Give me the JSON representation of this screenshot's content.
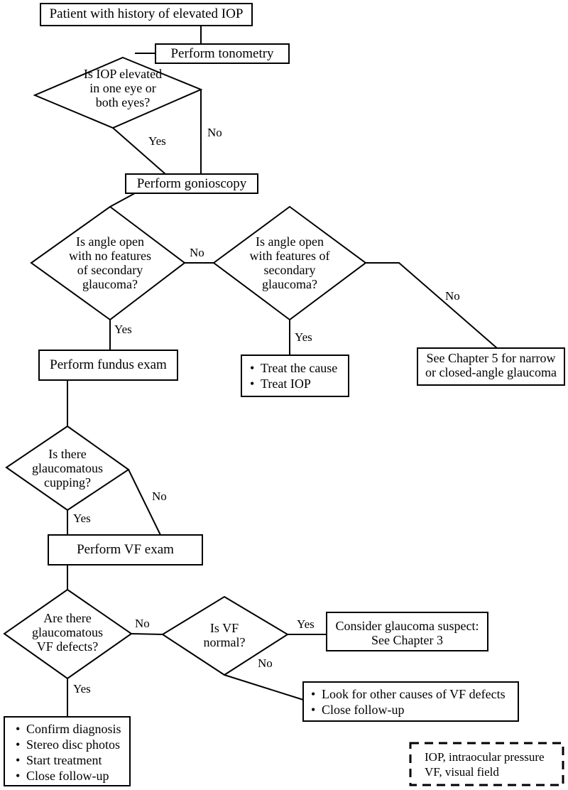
{
  "diagram": {
    "title": "Glaucoma evaluation flowchart for patient with history of elevated IOP",
    "colors": {
      "stroke": "#000000",
      "background": "#ffffff",
      "text": "#000000"
    },
    "nodes": {
      "start": {
        "label": "Patient with history of elevated IOP",
        "shape": "box"
      },
      "tonometry": {
        "label": "Perform tonometry",
        "shape": "box"
      },
      "iop_elevated": {
        "label": "Is IOP elevated\nin one eye or\nboth eyes?",
        "shape": "diamond"
      },
      "gonioscopy": {
        "label": "Perform gonioscopy",
        "shape": "box"
      },
      "angle_open_no_features": {
        "label": "Is angle open\nwith no features\nof secondary\nglaucoma?",
        "shape": "diamond"
      },
      "angle_open_with_features": {
        "label": "Is angle open\nwith features of\nsecondary\nglaucoma?",
        "shape": "diamond"
      },
      "treat": {
        "shape": "box",
        "items": [
          "Treat the cause",
          "Treat IOP"
        ]
      },
      "see_chapter_5": {
        "label": "See Chapter 5 for narrow\nor closed-angle glaucoma",
        "shape": "box"
      },
      "fundus": {
        "label": "Perform fundus exam",
        "shape": "box"
      },
      "cupping": {
        "label": "Is there\nglaucomatous\ncupping?",
        "shape": "diamond"
      },
      "vf_exam": {
        "label": "Perform VF exam",
        "shape": "box"
      },
      "vf_defects": {
        "label": "Are there\nglaucomatous\nVF defects?",
        "shape": "diamond"
      },
      "vf_normal": {
        "label": "Is VF\nnormal?",
        "shape": "diamond"
      },
      "glaucoma_suspect": {
        "label": "Consider glaucoma suspect:\nSee Chapter 3",
        "shape": "box"
      },
      "other_causes": {
        "shape": "box",
        "items": [
          "Look for other causes of VF defects",
          "Close follow-up"
        ]
      },
      "confirm": {
        "shape": "box",
        "items": [
          "Confirm diagnosis",
          "Stereo disc photos",
          "Start treatment",
          "Close follow-up"
        ]
      }
    },
    "edge_labels": {
      "iop_yes": "Yes",
      "iop_no": "No",
      "angle1_yes": "Yes",
      "angle1_no": "No",
      "angle2_yes": "Yes",
      "angle2_no": "No",
      "cupping_yes": "Yes",
      "cupping_no": "No",
      "vf_defects_yes": "Yes",
      "vf_defects_no": "No",
      "vf_normal_yes": "Yes",
      "vf_normal_no": "No"
    },
    "legend": {
      "lines": "IOP, intraocular pressure\nVF, visual field",
      "abbreviations": [
        {
          "term": "IOP",
          "definition": "intraocular pressure"
        },
        {
          "term": "VF",
          "definition": "visual field"
        }
      ]
    }
  }
}
